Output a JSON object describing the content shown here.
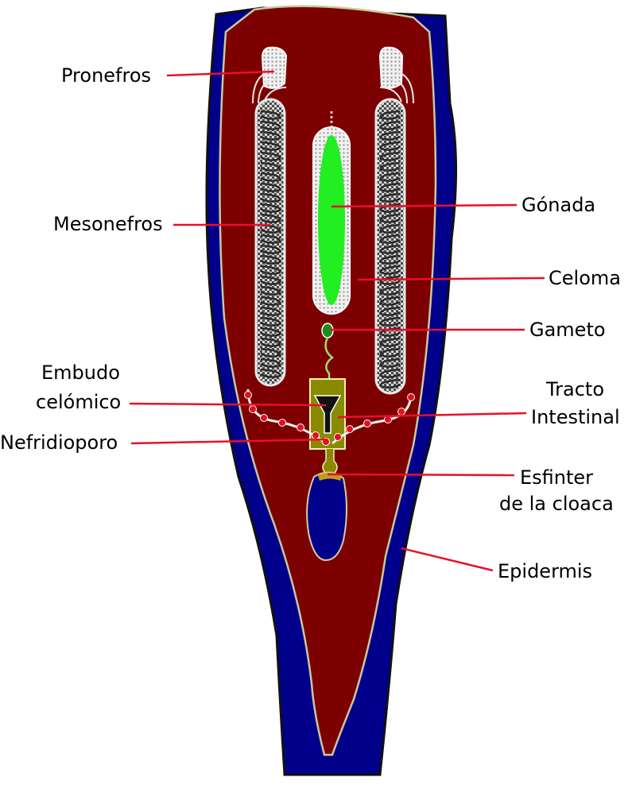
{
  "labels": {
    "pronefros": "Pronefros",
    "mesonefros": "Mesonefros",
    "gonada": "Gónada",
    "celoma": "Celoma",
    "gameto": "Gameto",
    "embudo_line1": "Embudo",
    "embudo_line2": "celómico",
    "tracto_line1": "Tracto",
    "tracto_line2": "Intestinal",
    "nefridioporo": "Nefridioporo",
    "esfinter_line1": "Esfinter",
    "esfinter_line2": "de la cloaca",
    "epidermis": "Epidermis"
  },
  "colors": {
    "epidermis": "#00008b",
    "body": "#7d0000",
    "gonad": "#22ee22",
    "intestine": "#8a8a00",
    "leader": "#e8102a",
    "duct_dot": "#e01020",
    "tubule": "#c8c8c8",
    "tubule_dark": "#2a2a2a"
  }
}
